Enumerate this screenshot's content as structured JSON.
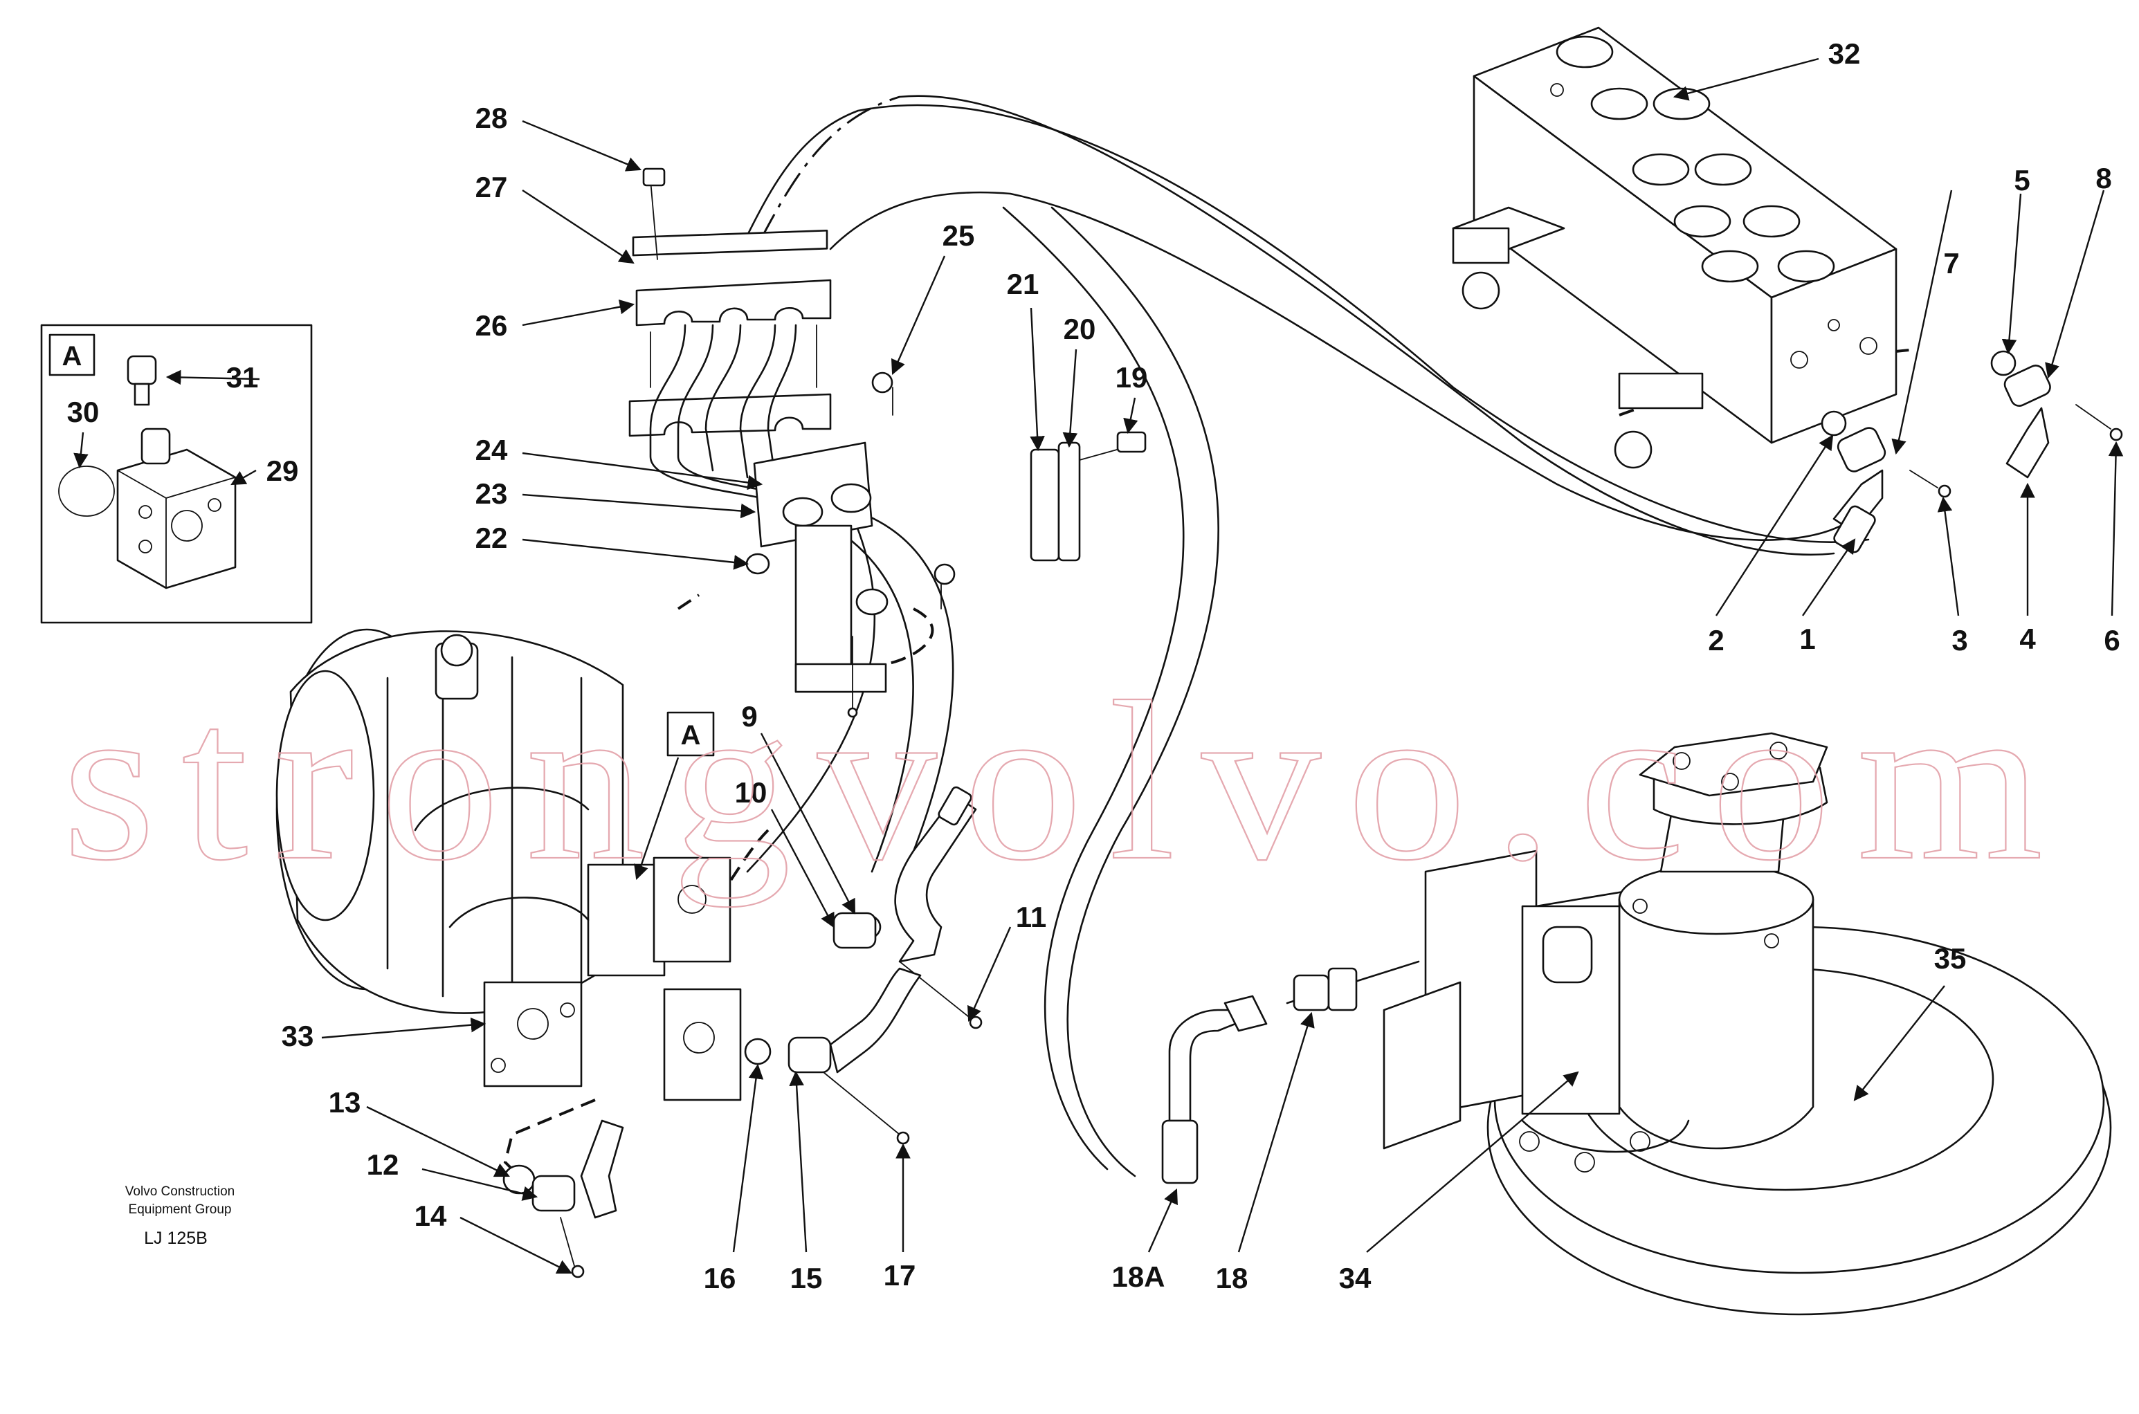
{
  "callouts": {
    "c1": "1",
    "c2": "2",
    "c3": "3",
    "c4": "4",
    "c5": "5",
    "c6": "6",
    "c7": "7",
    "c8": "8",
    "c9": "9",
    "c10": "10",
    "c11": "11",
    "c12": "12",
    "c13": "13",
    "c14": "14",
    "c15": "15",
    "c16": "16",
    "c17": "17",
    "c18": "18",
    "c18a": "18A",
    "c19": "19",
    "c20": "20",
    "c21": "21",
    "c22": "22",
    "c23": "23",
    "c24": "24",
    "c25": "25",
    "c26": "26",
    "c27": "27",
    "c28": "28",
    "c29": "29",
    "c30": "30",
    "c31": "31",
    "c32": "32",
    "c33": "33",
    "c34": "34",
    "c35": "35"
  },
  "inset": {
    "label": "A"
  },
  "detail_marker": {
    "label": "A"
  },
  "credit": {
    "line1": "Volvo Construction",
    "line2": "Equipment Group",
    "code": "LJ 125B"
  },
  "watermark": {
    "text": "strongvolvo.com",
    "color": "#e3a0a8"
  }
}
